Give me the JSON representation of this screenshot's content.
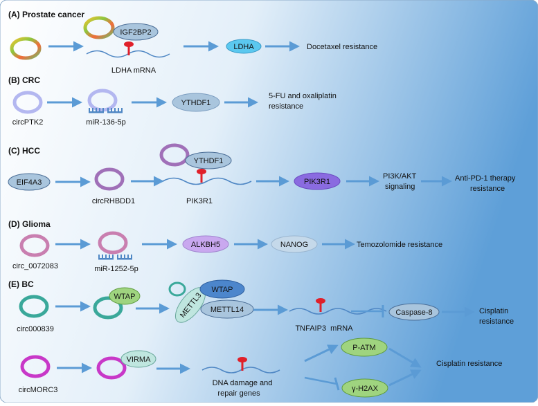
{
  "panels": {
    "a": {
      "title": "(A) Prostate cancer",
      "igf2bp2": "IGF2BP2",
      "mrna": "LDHA mRNA",
      "ldha": "LDHA",
      "outcome": "Docetaxel resistance"
    },
    "b": {
      "title": "(B) CRC",
      "circ": "circPTK2",
      "mir": "miR-136-5p",
      "ythdf1": "YTHDF1",
      "outcome_1": "5-FU and oxaliplatin",
      "outcome_2": "resistance"
    },
    "c": {
      "title": "(C) HCC",
      "eif4a3": "EIF4A3",
      "circ": "circRHBDD1",
      "ythdf1": "YTHDF1",
      "mrna": "PIK3R1",
      "pik3r1": "PIK3R1",
      "signal_1": "PI3K/AKT",
      "signal_2": "signaling",
      "outcome_1": "Anti-PD-1 therapy",
      "outcome_2": "resistance"
    },
    "d": {
      "title": "(D) Glioma",
      "circ": "circ_0072083",
      "mir": "miR-1252-5p",
      "alkbh5": "ALKBH5",
      "nanog": "NANOG",
      "outcome": "Temozolomide resistance"
    },
    "e": {
      "title": "(E) BC",
      "circ1": "circ000839",
      "wtap1": "WTAP",
      "mettl3": "METTL3",
      "wtap2": "WTAP",
      "mettl14": "METTL14",
      "mrna": "TNFAIP3  mRNA",
      "caspase": "Caspase-8",
      "outcome1_1": "Cisplatin",
      "outcome1_2": "resistance",
      "circ2": "circMORC3",
      "virma": "VIRMA",
      "genes_1": "DNA damage and",
      "genes_2": "repair genes",
      "patm": "P-ATM",
      "h2ax": "γ-H2AX",
      "outcome2": "Cisplatin resistance"
    }
  },
  "colors": {
    "arrow": "#5b9bd5",
    "mrna": "#4f87c4",
    "mark": "#e0202a",
    "ldha": "#5bc8ef",
    "oval": "#a9c5dd",
    "pik3r1": "#8a6be0",
    "alkbh5": "#c9a8ef",
    "nanog": "#c5d9ea",
    "wtap": "#4c86cc",
    "green": "#9fd47f",
    "virma": "#bfe6df"
  }
}
